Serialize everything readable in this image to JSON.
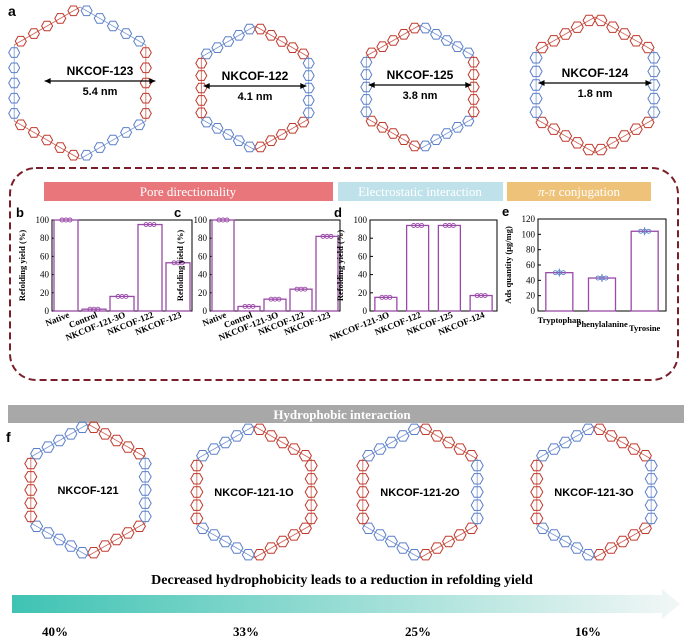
{
  "colors": {
    "red": "#c0392b",
    "blue": "#5b7fc9",
    "bar": "#9a4aa8",
    "pore_banner": "#e8767a",
    "electro_banner": "#bfe1ea",
    "pi_banner": "#efc27a",
    "hydro_banner": "#a8a8a8",
    "dash_border": "#7a1f2a",
    "arrow_start": "#3fc3b3",
    "arrow_end": "#f2f7f6"
  },
  "panel_a": {
    "label": "a",
    "structures": [
      {
        "name": "NKCOF-123",
        "size": "5.4 nm"
      },
      {
        "name": "NKCOF-122",
        "size": "4.1 nm"
      },
      {
        "name": "NKCOF-125",
        "size": "3.8 nm"
      },
      {
        "name": "NKCOF-124",
        "size": "1.8 nm"
      }
    ]
  },
  "banners": {
    "pore": "Pore directionality",
    "electro": "Electrostatic interaction",
    "pi_prefix": "π-π",
    "pi_suffix": " conjugation",
    "hydro": "Hydrophobic interaction"
  },
  "chart_data": [
    {
      "panel": "b",
      "type": "bar",
      "categories": [
        "Native",
        "Control",
        "NKCOF-121-3O",
        "NKCOF-122",
        "NKCOF-123"
      ],
      "values": [
        100,
        2,
        16,
        95,
        53
      ],
      "ylabel": "Refolding yield (%)",
      "ylim": [
        0,
        100
      ],
      "yticks": [
        0,
        20,
        40,
        60,
        80,
        100
      ]
    },
    {
      "panel": "c",
      "type": "bar",
      "categories": [
        "Native",
        "Control",
        "NKCOF-121-3O",
        "NKCOF-122",
        "NKCOF-123"
      ],
      "values": [
        100,
        5,
        13,
        24,
        82
      ],
      "ylabel": "Refolding yield (%)",
      "ylim": [
        0,
        100
      ],
      "yticks": [
        0,
        20,
        40,
        60,
        80,
        100
      ]
    },
    {
      "panel": "d",
      "type": "bar",
      "categories": [
        "NKCOF-121-3O",
        "NKCOF-122",
        "NKCOF-125",
        "NKCOF-124"
      ],
      "values": [
        15,
        94,
        94,
        17
      ],
      "ylabel": "Refolding yield (%)",
      "ylim": [
        0,
        100
      ],
      "yticks": [
        0,
        20,
        40,
        60,
        80,
        100
      ]
    },
    {
      "panel": "e",
      "type": "bar",
      "categories": [
        "Tryptophan",
        "Phenylalanine",
        "Tyrosine"
      ],
      "values": [
        50,
        43,
        104
      ],
      "ylabel": "Ads quantity (μg/mg)",
      "ylim": [
        0,
        120
      ],
      "yticks": [
        0,
        20,
        40,
        60,
        80,
        100,
        120
      ]
    }
  ],
  "panel_f": {
    "label": "f",
    "structures": [
      {
        "name": "NKCOF-121",
        "yield": "40%"
      },
      {
        "name": "NKCOF-121-1O",
        "yield": "33%"
      },
      {
        "name": "NKCOF-121-2O",
        "yield": "25%"
      },
      {
        "name": "NKCOF-121-3O",
        "yield": "16%"
      }
    ],
    "trend": "Decreased hydrophobicity leads to a reduction in refolding yield"
  }
}
